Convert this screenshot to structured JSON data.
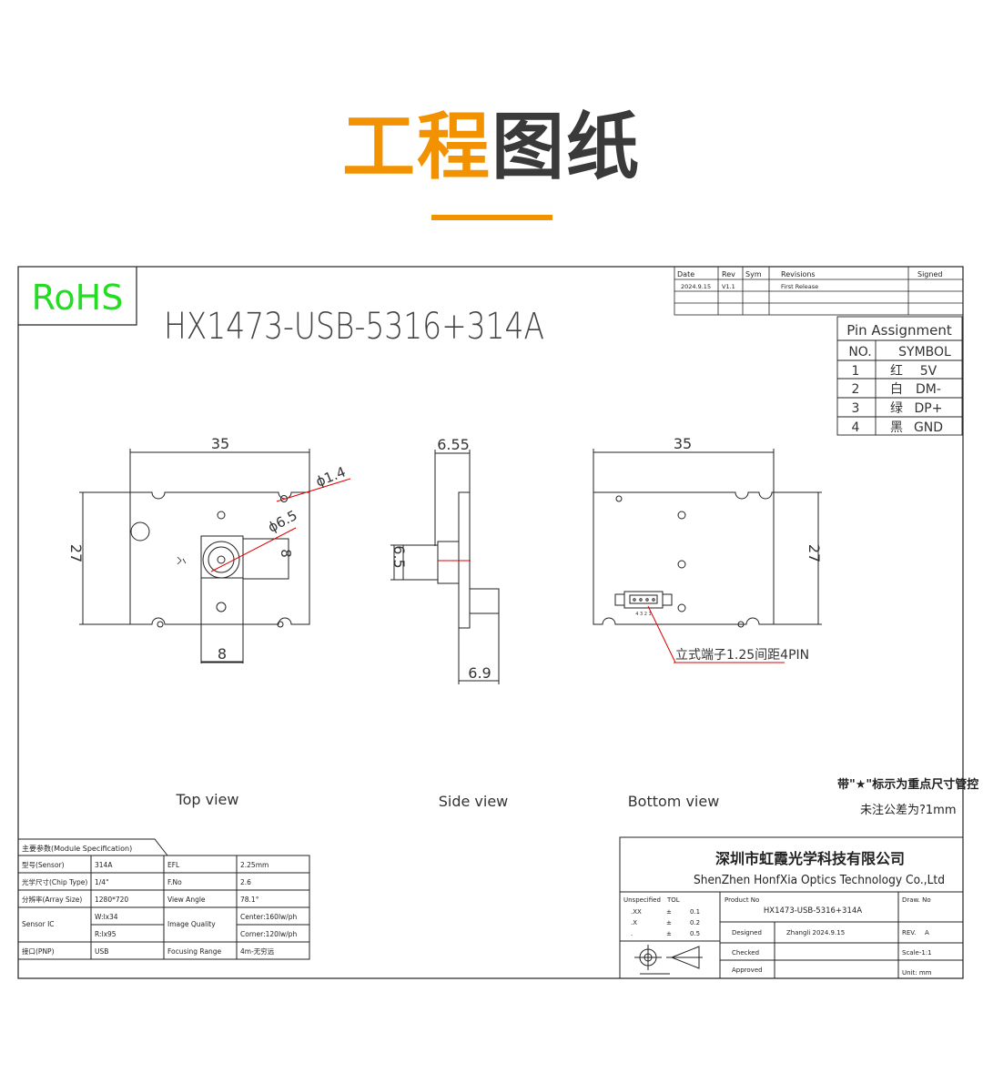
{
  "header": {
    "title_part1": "工程",
    "title_part2": "图纸"
  },
  "drawing": {
    "rohs": "RoHS",
    "part_number": "HX1473-USB-5316+314A",
    "revision_table": {
      "headers": [
        "Date",
        "Rev",
        "Sym",
        "Revisions",
        "Signed"
      ],
      "row": [
        "2024.9.15",
        "V1.1",
        "",
        "First Release",
        ""
      ]
    },
    "pin_assignment": {
      "title": "Pin Assignment",
      "headers": [
        "NO.",
        "SYMBOL"
      ],
      "rows": [
        {
          "no": "1",
          "color": "红",
          "symbol": "5V"
        },
        {
          "no": "2",
          "color": "白",
          "symbol": "DM-"
        },
        {
          "no": "3",
          "color": "绿",
          "symbol": "DP+"
        },
        {
          "no": "4",
          "color": "黑",
          "symbol": "GND"
        }
      ]
    },
    "dimensions": {
      "top_width": "35",
      "top_height": "27",
      "hole_dia": "ϕ1.4",
      "lens_dia": "ϕ6.5",
      "lens_height": "8",
      "tab_width": "8",
      "side_width": "6.55",
      "side_lens": "6.5",
      "side_depth": "6.9",
      "bottom_width": "35",
      "bottom_height": "27",
      "connector_note": "立式端子1.25间距4PIN",
      "connector_pins": "4 3 2 1"
    },
    "views": {
      "top": "Top view",
      "side": "Side view",
      "bottom": "Bottom view"
    },
    "notes": {
      "line1": "带\"★\"标示为重点尺寸管控",
      "line2": "未注公差为?1mm"
    },
    "spec": {
      "title": "主要参数(Module Specification)",
      "rows": [
        {
          "k1": "型号(Sensor)",
          "v1": "314A",
          "k2": "EFL",
          "v2": "2.25mm"
        },
        {
          "k1": "光学尺寸(Chip Type)",
          "v1": "1/4\"",
          "k2": "F.No",
          "v2": "2.6"
        },
        {
          "k1": "分辨率(Array Size)",
          "v1": "1280*720",
          "k2": "View Angle",
          "v2": "78.1°"
        },
        {
          "k1": "Sensor IC",
          "v1": "W:lx34",
          "k2": "Image Quality",
          "v2": "Center:160lw/ph"
        },
        {
          "k1": "",
          "v1": "R:lx95",
          "k2": "",
          "v2": "Corner:120lw/ph"
        },
        {
          "k1": "接口(PNP)",
          "v1": "USB",
          "k2": "Focusing Range",
          "v2": "4m-无穷远"
        }
      ]
    },
    "title_block": {
      "company_cn": "深圳市虹霞光学科技有限公司",
      "company_en": "ShenZhen HonfXia Optics Technology Co.,Ltd",
      "unspecified_label": "Unspecified",
      "tol_label": "TOL",
      "tol_rows": [
        {
          "a": ".XX",
          "b": "±",
          "c": "0.1"
        },
        {
          "a": ".X",
          "b": "±",
          "c": "0.2"
        },
        {
          "a": ".",
          "b": "±",
          "c": "0.5"
        }
      ],
      "product_no_label": "Product No",
      "product_no": "HX1473-USB-5316+314A",
      "draw_no_label": "Draw. No",
      "designed_label": "Designed",
      "designed_value": "Zhangli 2024.9.15",
      "rev_label": "REV.",
      "rev_value": "A",
      "checked_label": "Checked",
      "scale_label": "Scale-1:1",
      "approved_label": "Approved",
      "unit_label": "Unit: mm"
    }
  }
}
